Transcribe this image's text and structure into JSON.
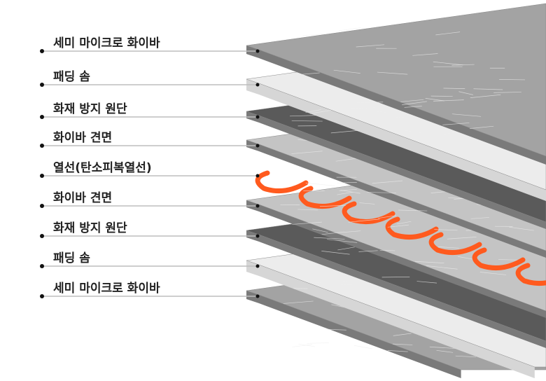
{
  "layers": [
    {
      "label": "세미 마이크로 화이바",
      "type": "fabric"
    },
    {
      "label": "패딩 솜",
      "type": "padding"
    },
    {
      "label": "화재 방지 원단",
      "type": "fireproof"
    },
    {
      "label": "화이바 견면",
      "type": "mesh"
    },
    {
      "label": "열선(탄소피복열선)",
      "type": "wire"
    },
    {
      "label": "화이바 견면",
      "type": "mesh"
    },
    {
      "label": "화재 방지 원단",
      "type": "fireproof"
    },
    {
      "label": "패딩 솜",
      "type": "padding"
    },
    {
      "label": "세미 마이크로 화이바",
      "type": "fabric"
    }
  ],
  "colors": {
    "fabric": "#a3a3a3",
    "padding": "#ececec",
    "fireproof": "#5a5a5a",
    "mesh": "#c4c4c4",
    "wire": "#ff5a1e",
    "line": "#bdbdbd"
  }
}
